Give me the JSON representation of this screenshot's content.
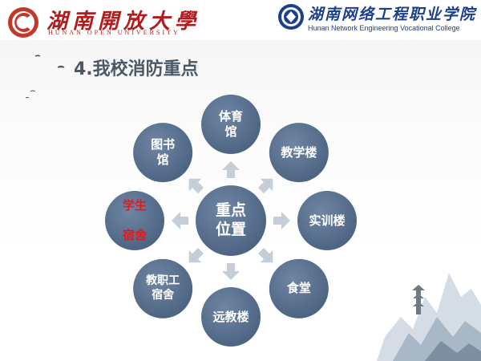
{
  "header": {
    "left_name_cn": "湖南開放大學",
    "left_name_en": "HUNAN OPEN UNIVERSITY",
    "right_name_cn": "湖南网络工程职业学院",
    "right_name_en": "Hunan Network Engineering Vocational College"
  },
  "slide": {
    "title": "4.我校消防重点",
    "center": "重点\n位置",
    "nodes": [
      {
        "label": "体育\n馆",
        "color": "#ffffff"
      },
      {
        "label": "教学楼",
        "color": "#ffffff"
      },
      {
        "label": "实训楼",
        "color": "#ffffff"
      },
      {
        "label": "食堂",
        "color": "#ffffff"
      },
      {
        "label": "远教楼",
        "color": "#ffffff"
      },
      {
        "label": "教职工\n宿舍",
        "color": "#ffffff"
      },
      {
        "label": "学生\n\n宿舍",
        "color": "#e41a1a"
      },
      {
        "label": "图书\n馆",
        "color": "#ffffff"
      }
    ]
  },
  "colors": {
    "circle": "#5a7290",
    "circle_dark": "#4a6280",
    "arrow": "#c5ced8",
    "left_brand": "#b11b1b",
    "right_brand": "#1c3f8a"
  }
}
